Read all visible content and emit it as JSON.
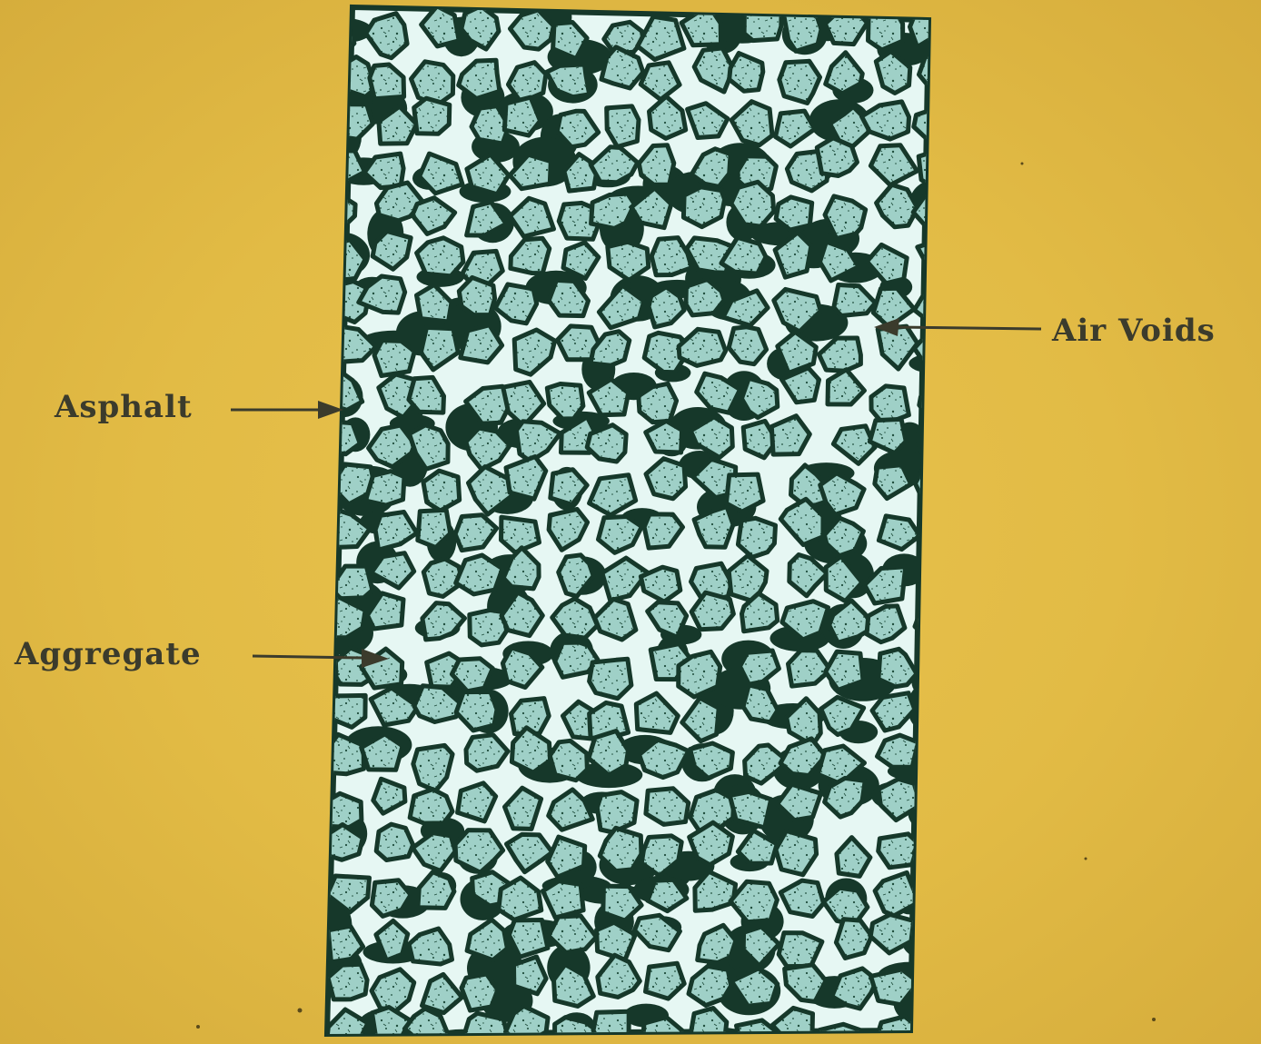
{
  "labels": {
    "air_voids": "Air Voids",
    "asphalt": "Asphalt",
    "aggregate": "Aggregate"
  },
  "colors": {
    "background": "#e2bb45",
    "asphalt_binder": "#16382a",
    "aggregate_fill": "#9fd0c7",
    "aggregate_speckle": "#1f4d3c",
    "air_void": "#e6f7f3",
    "label_text": "#3b3b2c"
  }
}
